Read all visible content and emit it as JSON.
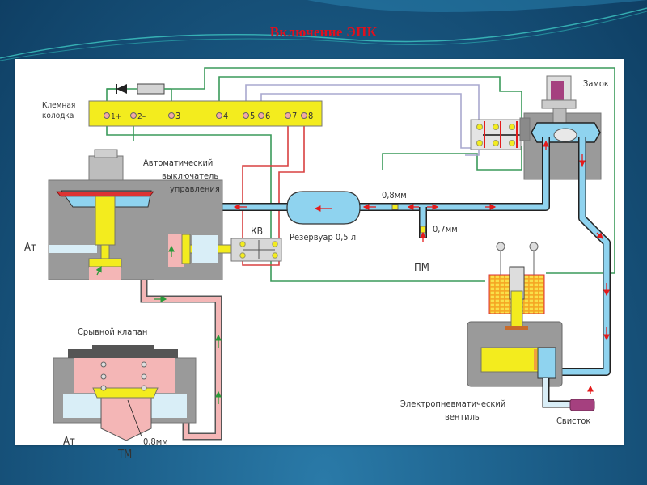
{
  "slide": {
    "title": "Включение ЭПК"
  },
  "labels": {
    "terminal_block": [
      "Клемная",
      "колодка"
    ],
    "terminals": [
      "1+",
      "2–",
      "3",
      "4",
      "5",
      "6",
      "7",
      "8"
    ],
    "lock": "Замок",
    "auto_switch": [
      "Автоматический",
      "выключатель",
      "управления"
    ],
    "kv": "КВ",
    "am_top": "Ат",
    "reservoir": "Резервуар 0,5 л",
    "orifice_08_top": "0,8мм",
    "orifice_07": "0,7мм",
    "pm": "ПМ",
    "break_valve": "Срывной клапан",
    "am_bottom": "Ат",
    "tm": "ТМ",
    "orifice_08_bottom": "0,8мм",
    "epv": [
      "Электропневматический",
      "вентиль"
    ],
    "whistle": "Свисток"
  },
  "colors": {
    "title_red": "#e0101e",
    "air_blue": "#8fd3ef",
    "pressure_pink": "#f4b6b6",
    "body_gray": "#a9a9a9",
    "block_yellow": "#f3ec1e",
    "wire_green": "#3a9a5a",
    "wire_lilac": "#a9a8cf",
    "wire_red": "#d94040",
    "arrow_red": "#e41b1b",
    "arrow_green": "#2b9a3a",
    "lock_purple": "#a5407f"
  }
}
